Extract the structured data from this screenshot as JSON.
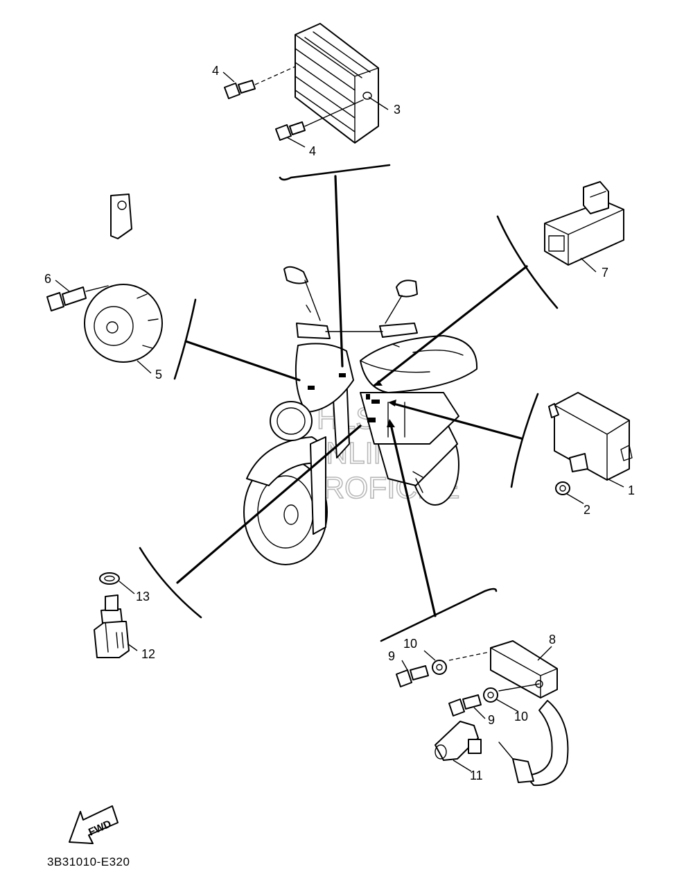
{
  "diagram_code": "3B31010-E320",
  "fwd_label": "FWD",
  "watermark": {
    "line1": "HLSM",
    "line2": "ONLINE",
    "line3": "MICROFICHE"
  },
  "callouts": {
    "c1": "1",
    "c2": "2",
    "c3": "3",
    "c4a": "4",
    "c4b": "4",
    "c5": "5",
    "c6": "6",
    "c7": "7",
    "c8": "8",
    "c9a": "9",
    "c9b": "9",
    "c10a": "10",
    "c10b": "10",
    "c11": "11",
    "c12": "12",
    "c13": "13"
  }
}
